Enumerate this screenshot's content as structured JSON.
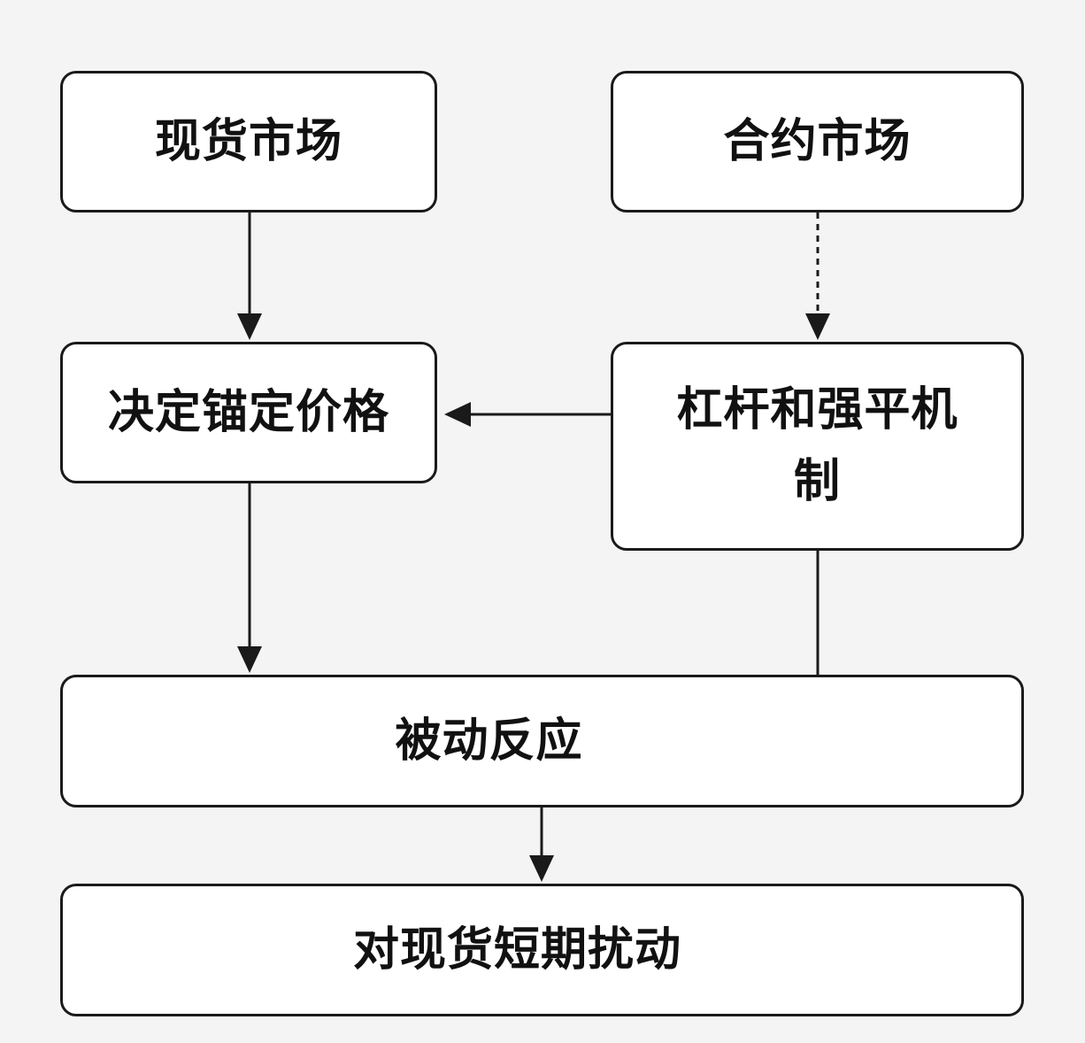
{
  "nodes": {
    "spot_market": "现货市场",
    "contract_market": "合约市场",
    "anchor_price": "决定锚定价格",
    "leverage_liquidation": "杠杆和强平机制",
    "passive_reaction": "被动反应",
    "short_term_disturbance": "对现货短期扰动"
  },
  "edges": [
    {
      "from": "spot_market",
      "to": "anchor_price",
      "style": "solid"
    },
    {
      "from": "contract_market",
      "to": "leverage_liquidation",
      "style": "dashed"
    },
    {
      "from": "leverage_liquidation",
      "to": "anchor_price",
      "style": "solid"
    },
    {
      "from": "anchor_price",
      "to": "passive_reaction",
      "style": "solid"
    },
    {
      "from": "leverage_liquidation",
      "to": "passive_reaction",
      "style": "solid-no-arrowhead"
    },
    {
      "from": "passive_reaction",
      "to": "short_term_disturbance",
      "style": "solid"
    }
  ],
  "colors": {
    "background": "#f4f4f4",
    "node_fill": "#ffffff",
    "stroke": "#1a1a1a",
    "text": "#111111"
  }
}
